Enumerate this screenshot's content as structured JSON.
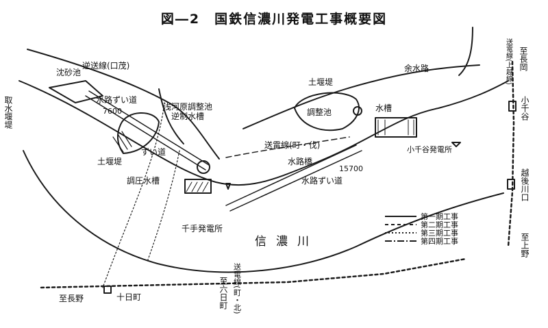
{
  "title": "図―2　国鉄信濃川発電工事概要図",
  "colors": {
    "ink": "#1a1a1a",
    "paper": "#ffffff"
  },
  "labels": {
    "intake_dam": "取水堰堤",
    "settling_pond": "沈砂池",
    "headrace_label": "水路ずい道",
    "headrace_len1": "7600",
    "headrace_label2": "水路ずい道",
    "headrace_len2": "15700",
    "spillway_top": "逆送線(口茂)",
    "upper_reservoir_name": "浅河原調整池",
    "surge_tank1": "逆制水槽",
    "earth_dam_left": "土堰堤",
    "earth_dam_top": "土堰堤",
    "tunnel_left": "ずい道",
    "head_tank_left": "調圧水槽",
    "spillway_right": "余水路",
    "regulating_pond": "調整池",
    "water_tank": "水槽",
    "transmission_line": "送電線(町・伐)",
    "waterway_bridge": "水路橋",
    "power_station_right": "小千谷発電所",
    "power_station_left": "千手発電所",
    "river_name": "信濃川",
    "station_ojiya": "小千谷",
    "station_tokamachi": "十日町",
    "station_ojiya_small": "小千谷",
    "line_label_right_top": "送電線(上越線)",
    "place_top_right": "至長岡",
    "place_mid_right": "越後川口",
    "place_bottom_right": "至上野",
    "place_bottom_left": "至長野",
    "place_bottom_mid": "至六日町",
    "route_bottom_mid": "送電線(町・北)"
  },
  "legend": {
    "items": [
      {
        "label": "第一期工事"
      },
      {
        "label": "第二期工事"
      },
      {
        "label": "第三期工事"
      },
      {
        "label": "第四期工事"
      }
    ]
  }
}
